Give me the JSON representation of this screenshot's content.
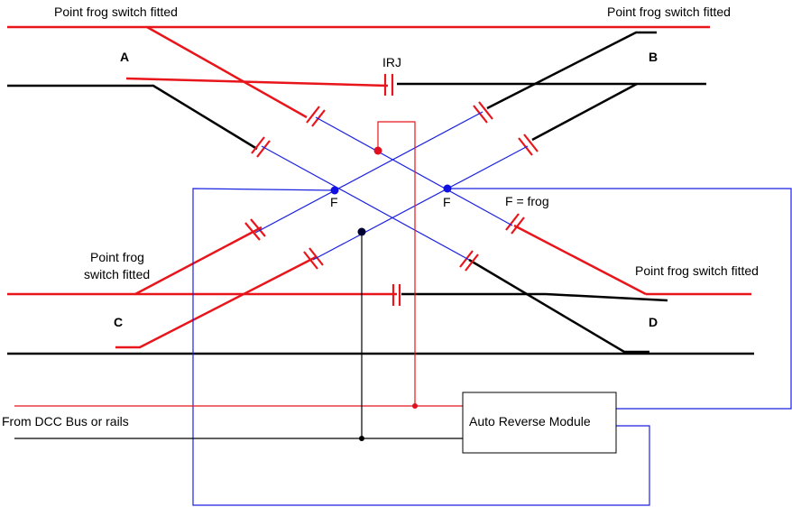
{
  "labels": {
    "point_frog_top_left": "Point frog switch fitted",
    "point_frog_top_right": "Point frog switch fitted",
    "point_frog_left_line1": "Point frog",
    "point_frog_left_line2": "switch fitted",
    "point_frog_right": "Point frog switch fitted",
    "irj": "IRJ",
    "frog_left": "F",
    "frog_right": "F",
    "frog_legend": "F = frog",
    "track_a": "A",
    "track_b": "B",
    "track_c": "C",
    "track_d": "D",
    "dcc_source": "From DCC Bus or rails",
    "module": "Auto Reverse Module"
  },
  "colors": {
    "rail_red": "#e8151b",
    "rail_black": "#000000",
    "wire_blue": "#1a22e0",
    "dot_blue": "#1010e0",
    "dot_red": "#e01020",
    "dot_black": "#000033",
    "module_border": "#000000"
  }
}
